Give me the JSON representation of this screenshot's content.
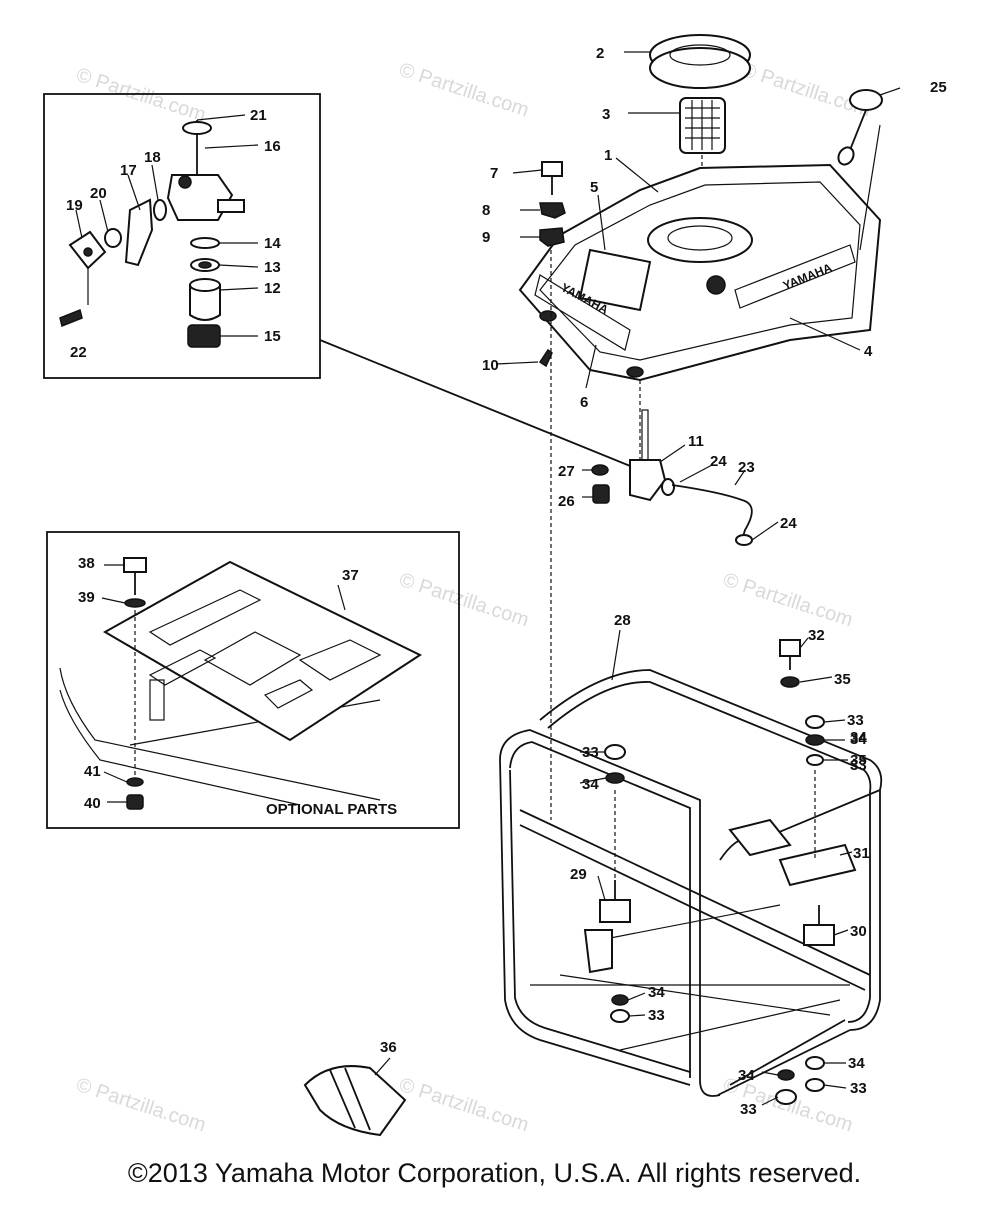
{
  "watermark": "© Partzilla.com",
  "brand_text": "YAMAHA",
  "optional_box_label": "OPTIONAL PARTS",
  "copyright": "©2013 Yamaha Motor Corporation, U.S.A. All rights reserved.",
  "callouts": [
    "1",
    "2",
    "3",
    "4",
    "5",
    "6",
    "7",
    "8",
    "9",
    "10",
    "11",
    "12",
    "13",
    "14",
    "15",
    "16",
    "17",
    "18",
    "19",
    "20",
    "21",
    "22",
    "23",
    "24",
    "24",
    "25",
    "26",
    "27",
    "28",
    "29",
    "30",
    "31",
    "32",
    "33",
    "33",
    "33",
    "33",
    "33",
    "33",
    "34",
    "34",
    "34",
    "34",
    "34",
    "34",
    "35",
    "35",
    "36",
    "37",
    "38",
    "39",
    "40",
    "41"
  ]
}
